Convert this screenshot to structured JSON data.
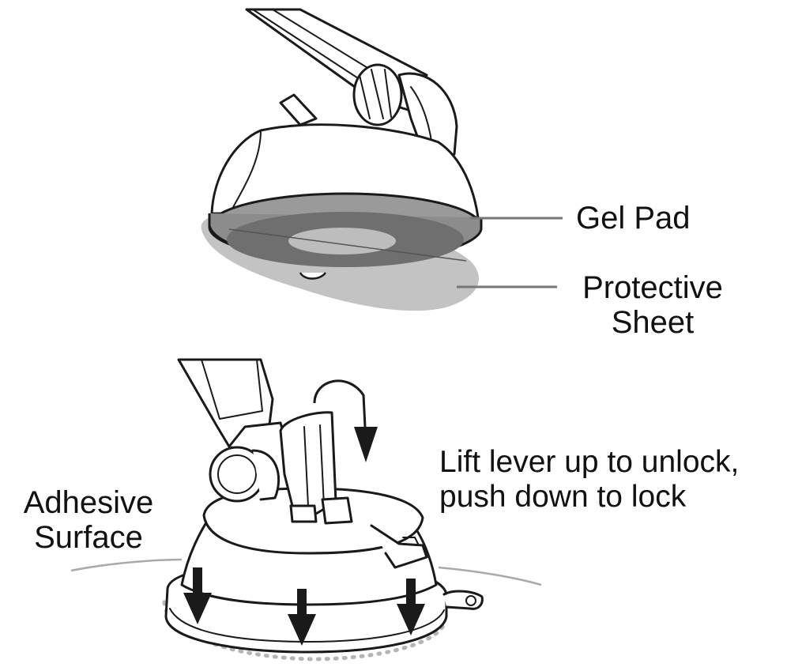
{
  "labels": {
    "gel_pad": "Gel Pad",
    "protective_sheet_line1": "Protective",
    "protective_sheet_line2": "Sheet",
    "lever_line1": "Lift lever up to unlock,",
    "lever_line2": "push down to lock",
    "adhesive_line1": "Adhesive",
    "adhesive_line2": "Surface"
  },
  "colors": {
    "outline": "#1a1a1a",
    "gel_pad_dark": "#6f6f6f",
    "gel_pad_mid": "#9a9a9a",
    "sheet": "#bdbdbd",
    "leader": "#777777",
    "surface_line": "#aaaaaa",
    "dotted": "#b5b5b5"
  }
}
